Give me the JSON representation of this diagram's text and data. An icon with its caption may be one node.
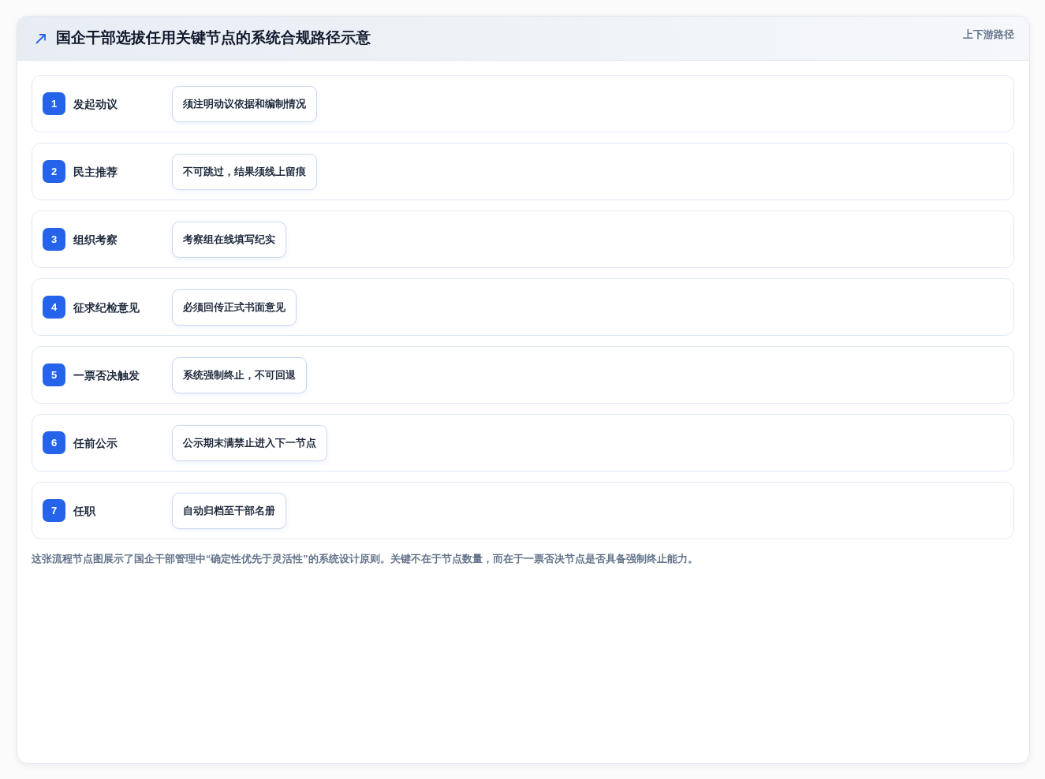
{
  "diagram": {
    "title": "国企干部选拔任用关键节点的系统合规路径示意",
    "caption": "这张流程节点图展示了国企干部管理中“确定性优先于灵活性”的系统设计原则。关键不在于节点数量，而在于一票否决节点是否具备强制终止能力。",
    "nodes": [
      {
        "text": [
          "发起动议"
        ]
      },
      {
        "text": [
          "1"
        ],
        "in": 0
      },
      {
        "text": [
          "须注明动议依据和编制情况"
        ],
        "in": 0
      },
      {
        "text": [
          "民主推荐"
        ]
      },
      {
        "text": [
          "2"
        ],
        "in": 3
      },
      {
        "text": [
          "不可跳过，结果须线上留痕"
        ],
        "in": 3
      },
      {
        "text": [
          "组织考察"
        ]
      },
      {
        "text": [
          "3"
        ],
        "in": 6
      },
      {
        "text": [
          "考察组在线填写纪实"
        ],
        "in": 6
      },
      {
        "text": [
          "征求纪检意见"
        ]
      },
      {
        "text": [
          "4"
        ],
        "in": 9
      },
      {
        "text": [
          "必须回传正式书面意见"
        ],
        "in": 9
      },
      {
        "text": [
          "一票否决触发"
        ]
      },
      {
        "text": [
          "5"
        ],
        "in": 12
      },
      {
        "text": [
          "系统强制终止，不可回退"
        ],
        "in": 12
      },
      {
        "text": [
          "任前公示"
        ]
      },
      {
        "text": [
          "6"
        ],
        "in": 15
      },
      {
        "text": [
          "公示期末满禁止进入下一节点"
        ],
        "in": 15
      },
      {
        "text": [
          "任职"
        ]
      },
      {
        "text": [
          "7"
        ],
        "in": 18
      },
      {
        "text": [
          "自动归档至干部名册"
        ],
        "in": 18
      }
    ],
    "labels": [
      "上下游路径"
    ]
  }
}
